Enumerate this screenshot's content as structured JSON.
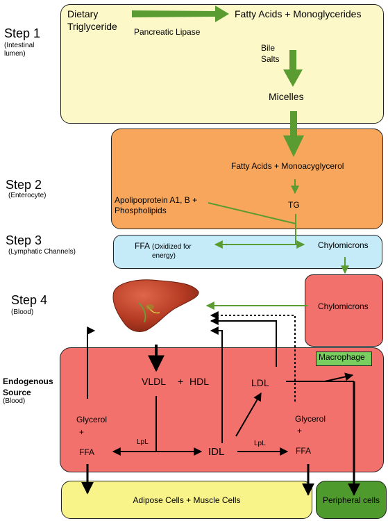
{
  "colors": {
    "lumen_box": "#fcf8c8",
    "enterocyte_box": "#f7a65c",
    "lymph_box": "#c6ebf8",
    "blood_box": "#f2716c",
    "target_box": "#f8f48a",
    "peripheral_box": "#4f9a2c",
    "macrophage_box": "#78ce5e",
    "green_arrow": "#5a9b32",
    "black_arrow": "#000000"
  },
  "steps": [
    {
      "title": "Step 1",
      "subtitle": "(Intestinal lumen)"
    },
    {
      "title": "Step 2",
      "subtitle": "(Enterocyte)"
    },
    {
      "title": "Step 3",
      "subtitle": "(Lymphatic Channels)"
    },
    {
      "title": "Step 4",
      "subtitle": "(Blood)"
    }
  ],
  "endogenous": {
    "title": "Endogenous Source",
    "subtitle": "(Blood)"
  },
  "lumen": {
    "dietary": "Dietary Triglyceride",
    "enzyme": "Pancreatic Lipase",
    "products": "Fatty Acids + Monoglycerides",
    "bile": "Bile Salts",
    "micelles": "Micelles"
  },
  "enterocyte": {
    "products": "Fatty Acids + Monoacyglycerol",
    "apolipo": "Apolipoprotein A1, B + Phospholipids",
    "tg": "TG"
  },
  "lymph": {
    "ffa": "FFA",
    "ffa_note": "(Oxidized for energy)",
    "chylomicrons": "Chylomicrons"
  },
  "blood": {
    "chylomicrons": "Chylomicrons",
    "macrophage": "Macrophage",
    "vldl": "VLDL",
    "plus": "+",
    "hdl": "HDL",
    "ldl": "LDL",
    "glycerol_left": "Glycerol",
    "plus_left": "+",
    "ffa_left": "FFA",
    "lpl_left": "LpL",
    "idl": "IDL",
    "lpl_right": "LpL",
    "glycerol_right": "Glycerol",
    "plus_right": "+",
    "ffa_right": "FFA"
  },
  "targets": {
    "adipose": "Adipose Cells + Muscle Cells",
    "peripheral": "Peripheral cells"
  },
  "icons": {
    "liver": "liver-icon"
  }
}
